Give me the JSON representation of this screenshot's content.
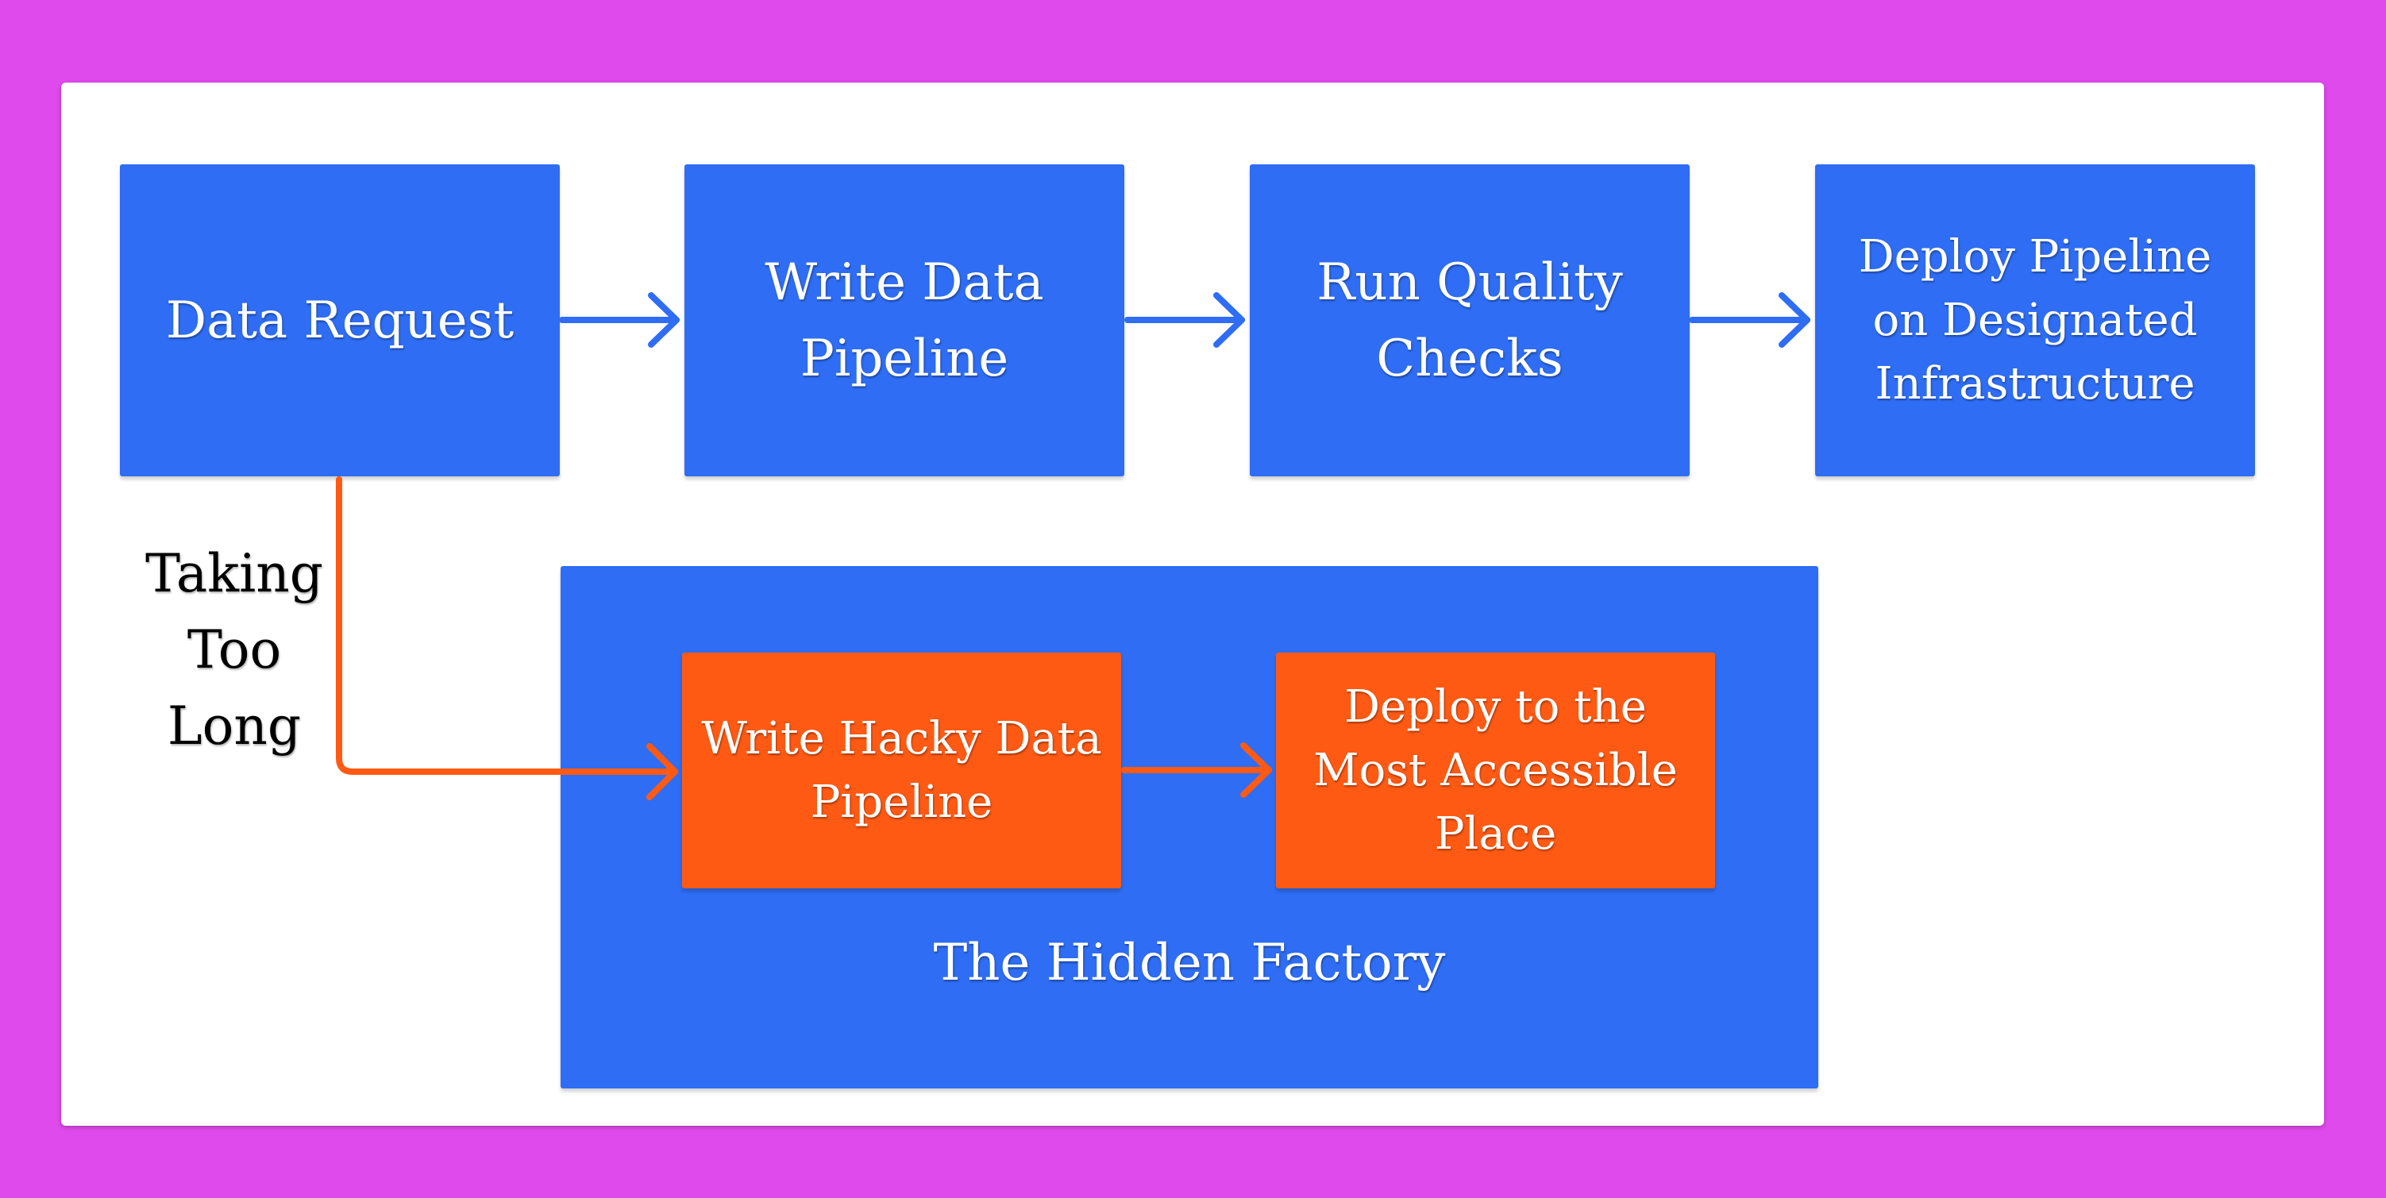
{
  "diagram": {
    "nodes": {
      "data_request": "Data Request",
      "write_pipeline": "Write Data Pipeline",
      "quality_checks": "Run Quality Checks",
      "deploy_pipeline": "Deploy Pipeline on Designated Infrastructure",
      "write_hacky": "Write Hacky Data Pipeline",
      "deploy_accessible": "Deploy to the Most Accessible Place"
    },
    "group_label": "The Hidden Factory",
    "edge_label": "Taking Too Long",
    "colors": {
      "background": "#df4aec",
      "main_flow": "#2e6df4",
      "hidden_flow": "#ff5a14",
      "arrow_blue": "#2e6df4",
      "arrow_orange": "#ff5a14"
    }
  }
}
